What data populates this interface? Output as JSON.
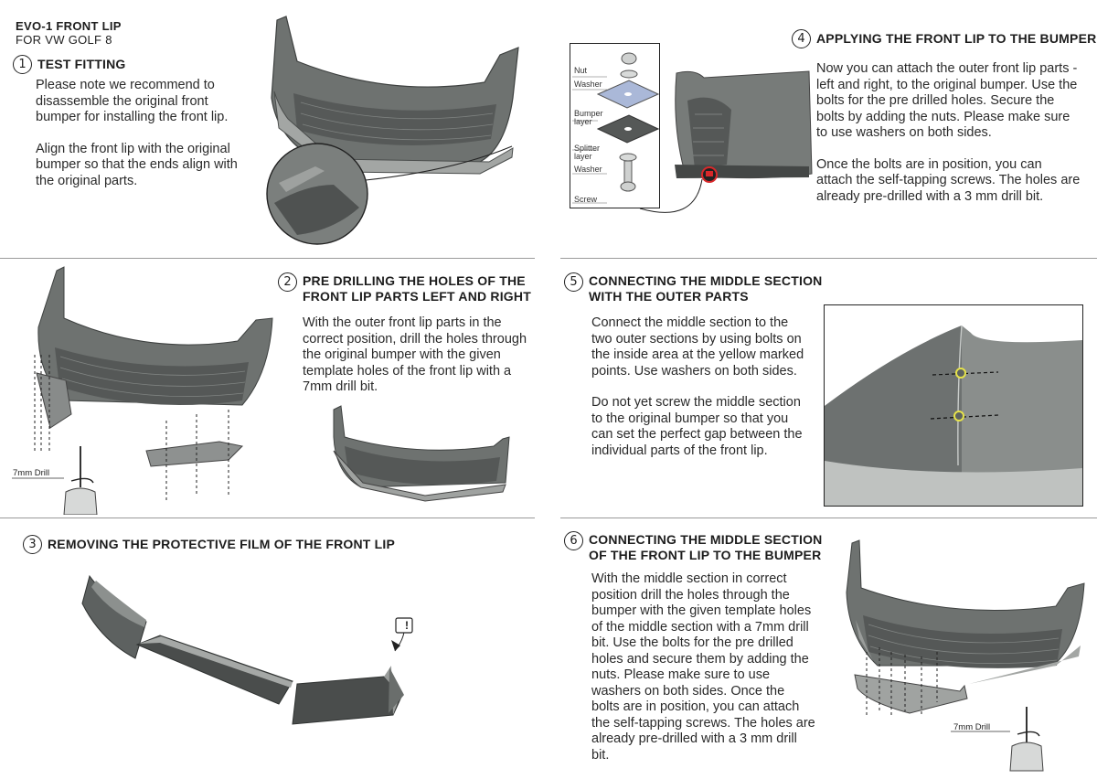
{
  "header": {
    "title": "EVO-1 FRONT LIP",
    "subtitle": "FOR VW GOLF 8"
  },
  "steps": [
    {
      "number": "1",
      "title": "TEST FITTING",
      "paragraphs": [
        "Please note we recommend to disassemble the original front bumper for installing the front lip.",
        "Align the front lip with the original bumper so that the ends align with the original parts."
      ]
    },
    {
      "number": "2",
      "title_lines": [
        "PRE DRILLING THE HOLES OF THE",
        "FRONT LIP PARTS LEFT AND RIGHT"
      ],
      "paragraphs": [
        "With the outer front lip parts in the correct position, drill the holes through the original bumper with the given template holes of the front lip with a 7mm drill bit."
      ],
      "drill_label": "7mm Drill"
    },
    {
      "number": "3",
      "title": "REMOVING THE PROTECTIVE FILM OF THE FRONT LIP",
      "warning_symbol": "!"
    },
    {
      "number": "4",
      "title": "APPLYING THE FRONT LIP TO THE BUMPER",
      "paragraphs": [
        "Now you can attach the outer front lip parts - left and right, to the original bumper. Use the bolts for the pre drilled holes. Secure the bolts by adding the nuts. Please make sure to use washers on both sides.",
        "Once the bolts are in position, you can attach the self-tapping screws. The holes are already pre-drilled with a 3 mm drill bit."
      ],
      "legend": {
        "nut": "Nut",
        "washer_top": "Washer",
        "bumper_1": "Bumper",
        "bumper_2": "layer",
        "splitter_1": "Splitter",
        "splitter_2": "layer",
        "washer_bottom": "Washer",
        "screw": "Screw"
      }
    },
    {
      "number": "5",
      "title_lines": [
        "CONNECTING THE MIDDLE SECTION",
        "WITH THE OUTER PARTS"
      ],
      "paragraphs": [
        "Connect the middle section to the two outer sections by using bolts on the inside area at the yellow marked points. Use washers on both sides.",
        "Do not yet screw the middle section to the original bumper so that you can set the perfect gap between the individual parts of the front lip."
      ]
    },
    {
      "number": "6",
      "title_lines": [
        "CONNECTING THE MIDDLE SECTION",
        "OF THE FRONT LIP TO THE BUMPER"
      ],
      "paragraphs": [
        "With the middle section in correct position drill the holes through the bumper with the given template holes of the middle section with a 7mm drill bit. Use the bolts for the pre drilled holes and secure them by adding the nuts. Please make sure to use washers on both sides. Once the bolts are in position, you can attach the self-tapping screws. The holes are already pre-drilled with a 3 mm drill bit."
      ],
      "drill_label": "7mm Drill"
    }
  ],
  "colors": {
    "part_gray": "#6e7270",
    "part_light": "#9a9d9b",
    "lip_dark": "#3f4241",
    "highlight": "#e6e34a",
    "marker_red": "#d8282a",
    "divider": "#9a9a9a"
  }
}
